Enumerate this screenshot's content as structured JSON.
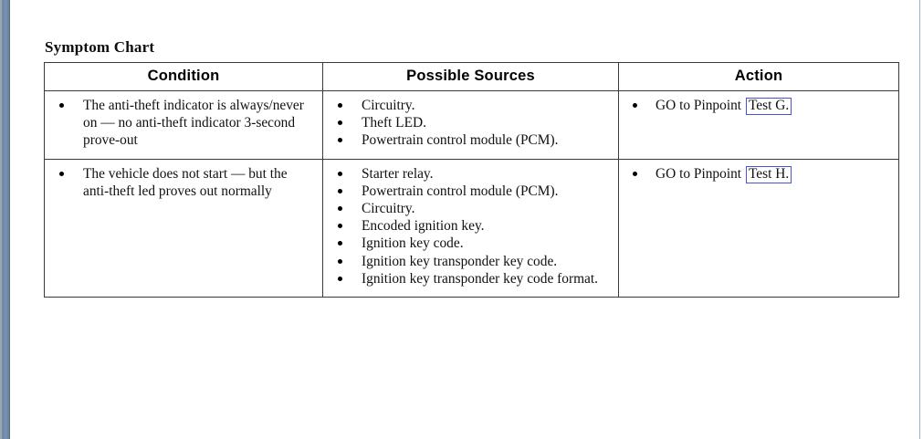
{
  "document": {
    "title": "Symptom Chart"
  },
  "table": {
    "headers": {
      "condition": "Condition",
      "possible_sources": "Possible Sources",
      "action": "Action"
    },
    "rows": [
      {
        "condition": [
          "The anti-theft indicator is always/never on — no anti-theft indicator 3-second prove-out"
        ],
        "possible_sources": [
          "Circuitry.",
          "Theft LED.",
          "Powertrain control module (PCM)."
        ],
        "action": {
          "prefix": "GO to Pinpoint",
          "link": "Test G."
        }
      },
      {
        "condition": [
          "The vehicle does not start — but the anti-theft led proves out normally"
        ],
        "possible_sources": [
          "Starter relay.",
          "Powertrain control module (PCM).",
          "Circuitry.",
          "Encoded ignition key.",
          "Ignition key code.",
          "Ignition key transponder key code.",
          "Ignition key transponder key code format."
        ],
        "action": {
          "prefix": "GO to Pinpoint",
          "link": "Test H."
        }
      }
    ]
  },
  "colors": {
    "link_border": "#4b52d8",
    "edge_bar": "#6d88a8",
    "table_border": "#3a3a3a",
    "text": "#101010"
  }
}
